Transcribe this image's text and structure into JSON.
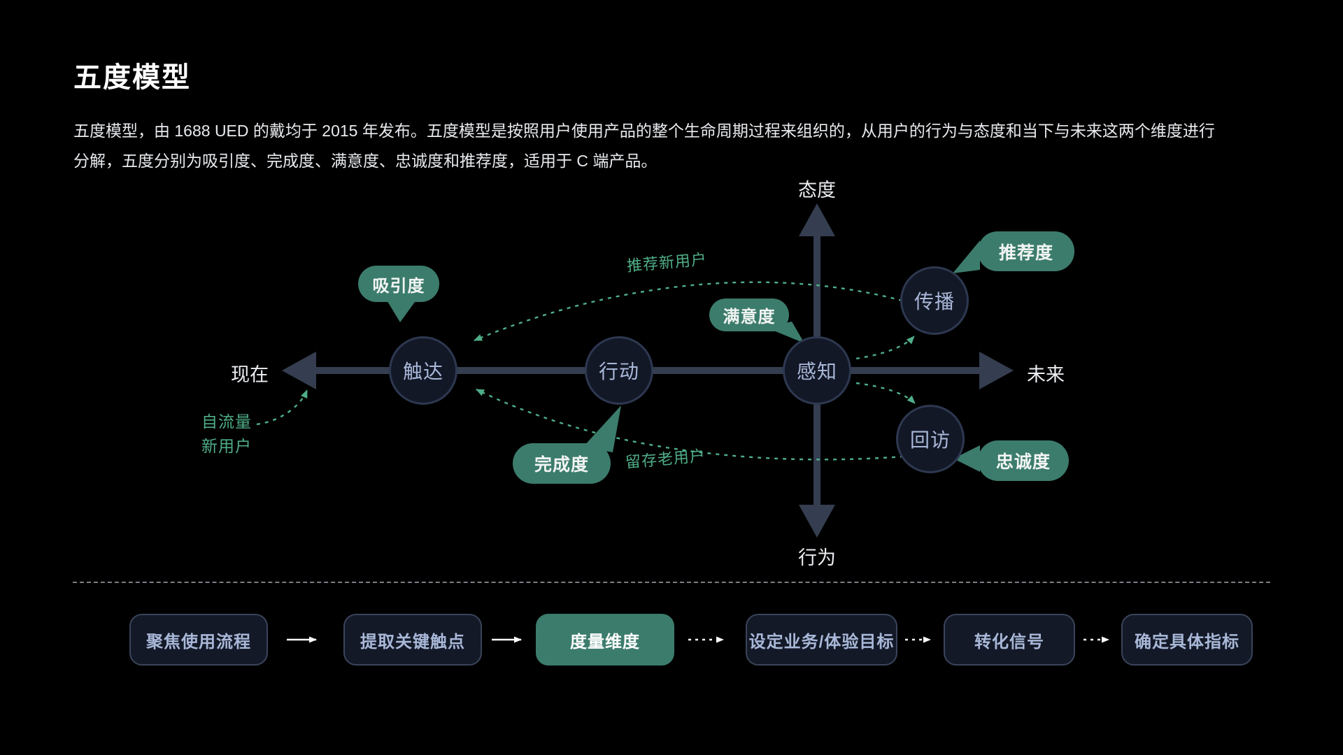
{
  "header": {
    "title": "五度模型",
    "description_line1": "五度模型，由 1688 UED 的戴均于 2015 年发布。五度模型是按照用户使用产品的整个生命周期过程来组织的，从用户的行为与态度和当下与未来这两个维度进行",
    "description_line2": "分解，五度分别为吸引度、完成度、满意度、忠诚度和推荐度，适用于 C 端产品。"
  },
  "diagram": {
    "axis": {
      "top": "态度",
      "bottom": "行为",
      "left": "现在",
      "right": "未来"
    },
    "nodes": [
      {
        "label": "触达"
      },
      {
        "label": "行动"
      },
      {
        "label": "感知"
      },
      {
        "label": "传播"
      },
      {
        "label": "回访"
      }
    ],
    "badges": [
      {
        "label": "吸引度"
      },
      {
        "label": "满意度"
      },
      {
        "label": "推荐度"
      },
      {
        "label": "完成度"
      },
      {
        "label": "忠诚度"
      }
    ],
    "annotations": {
      "referral": "推荐新用户",
      "organic_top": "自流量",
      "organic_bottom": "新用户",
      "retention": "留存老用户"
    },
    "colors": {
      "badge_green": "#3C7C6C",
      "dash_green": "#4FAE88",
      "axis": "#353E50",
      "node_fill": "#131827",
      "node_border": "#2D3850",
      "node_text": "#A9B8D8"
    }
  },
  "flow": {
    "steps": [
      {
        "label": "聚焦使用流程",
        "highlighted": false
      },
      {
        "label": "提取关键触点",
        "highlighted": false
      },
      {
        "label": "度量维度",
        "highlighted": true
      },
      {
        "label": "设定业务/体验目标",
        "highlighted": false
      },
      {
        "label": "转化信号",
        "highlighted": false
      },
      {
        "label": "确定具体指标",
        "highlighted": false
      }
    ]
  }
}
